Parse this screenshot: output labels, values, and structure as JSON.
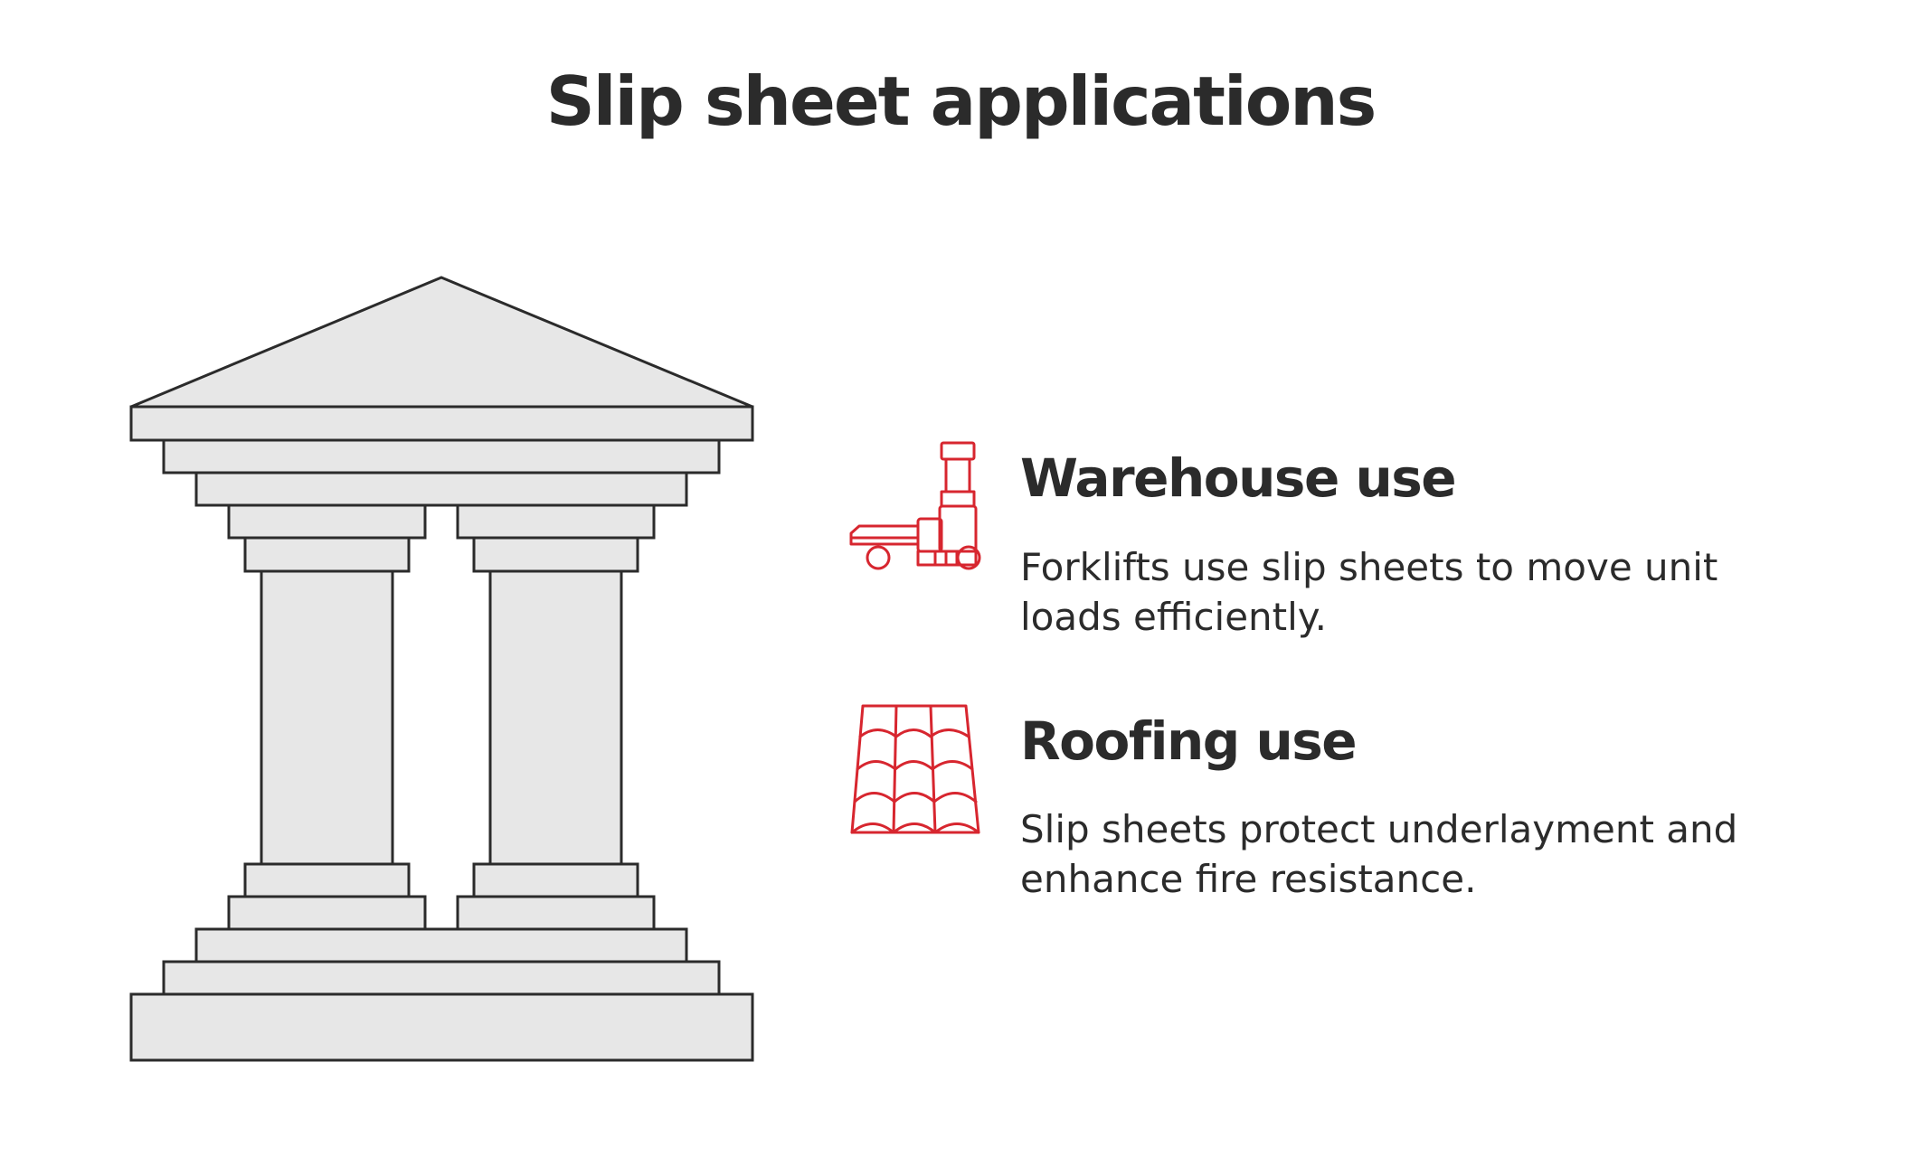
{
  "title": "Slip sheet applications",
  "colors": {
    "icon": "#d7262f",
    "pillar_fill": "#e7e7e7",
    "pillar_stroke": "#2b2b2b",
    "text": "#2b2b2b"
  },
  "items": [
    {
      "icon": "forklift-icon",
      "heading": "Warehouse use",
      "description": "Forklifts use slip sheets to move unit loads efficiently."
    },
    {
      "icon": "roof-tiles-icon",
      "heading": "Roofing use",
      "description": "Slip sheets protect underlayment and enhance fire resistance."
    }
  ]
}
